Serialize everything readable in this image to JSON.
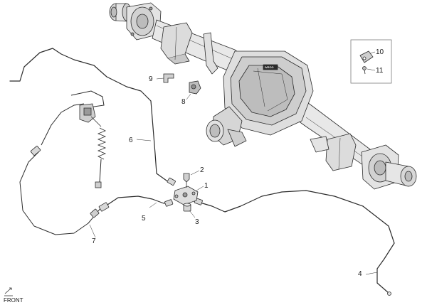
{
  "callouts": {
    "c1": "1",
    "c2": "2",
    "c3": "3",
    "c4": "4",
    "c5": "5",
    "c6": "6",
    "c7": "7",
    "c8": "8",
    "c9": "9",
    "c10": "10",
    "c11": "11"
  },
  "front_label": "FRONT",
  "housing_badge": "IVECO",
  "colors": {
    "line": "#2b2b2b",
    "fill_light": "#e6e6e6",
    "fill_mid": "#cfcfcf",
    "fill_dark": "#9a9a9a",
    "inset_border": "#7a7a7a"
  }
}
